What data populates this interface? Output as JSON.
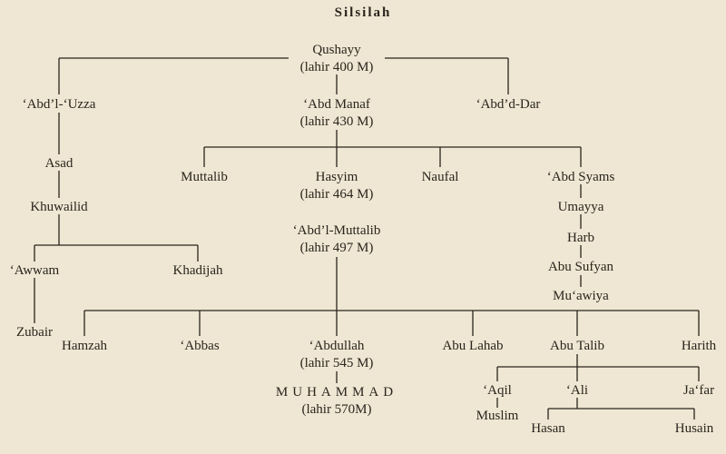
{
  "title": "Silsilah",
  "nodes": {
    "qushayy": {
      "name": "Qushayy",
      "birth": "(lahir 400 M)"
    },
    "abd_uzza": {
      "name": "‘Abd’l-‘Uzza"
    },
    "abd_manaf": {
      "name": "‘Abd Manaf",
      "birth": "(lahir 430 M)"
    },
    "abd_dar": {
      "name": "‘Abd’d-Dar"
    },
    "asad": {
      "name": "Asad"
    },
    "khuwailid": {
      "name": "Khuwailid"
    },
    "awwam": {
      "name": "‘Awwam"
    },
    "khadijah": {
      "name": "Khadijah"
    },
    "zubair": {
      "name": "Zubair"
    },
    "muttalib": {
      "name": "Muttalib"
    },
    "hasyim": {
      "name": "Hasyim",
      "birth": "(lahir 464 M)"
    },
    "naufal": {
      "name": "Naufal"
    },
    "abd_syams": {
      "name": "‘Abd Syams"
    },
    "umayya": {
      "name": "Umayya"
    },
    "harb": {
      "name": "Harb"
    },
    "abu_sufyan": {
      "name": "Abu Sufyan"
    },
    "muawiya": {
      "name": "Mu‘awiya"
    },
    "abd_muttalib": {
      "name": "‘Abd’l-Muttalib",
      "birth": "(lahir 497 M)"
    },
    "hamzah": {
      "name": "Hamzah"
    },
    "abbas": {
      "name": "‘Abbas"
    },
    "abdullah": {
      "name": "‘Abdullah",
      "birth": "(lahir 545 M)"
    },
    "abu_lahab": {
      "name": "Abu Lahab"
    },
    "abu_talib": {
      "name": "Abu Talib"
    },
    "harith": {
      "name": "Harith"
    },
    "muhammad": {
      "name": "MUHAMMAD",
      "birth": "(lahir 570M)"
    },
    "aqil": {
      "name": "‘Aqil"
    },
    "ali": {
      "name": "‘Ali"
    },
    "jafar": {
      "name": "Ja‘far"
    },
    "muslim": {
      "name": "Muslim"
    },
    "hasan": {
      "name": "Hasan"
    },
    "husain": {
      "name": "Husain"
    }
  }
}
